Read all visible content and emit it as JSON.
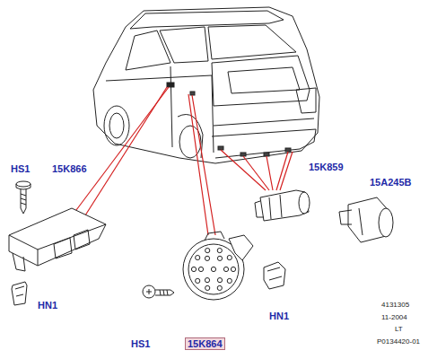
{
  "diagram": {
    "labels": [
      "HS1",
      "15K866",
      "15K859",
      "15A245B",
      "HN1",
      "HN1",
      "HS1",
      "15K864",
      "4131305",
      "11-2004",
      "LT",
      "P0134420-01"
    ]
  }
}
